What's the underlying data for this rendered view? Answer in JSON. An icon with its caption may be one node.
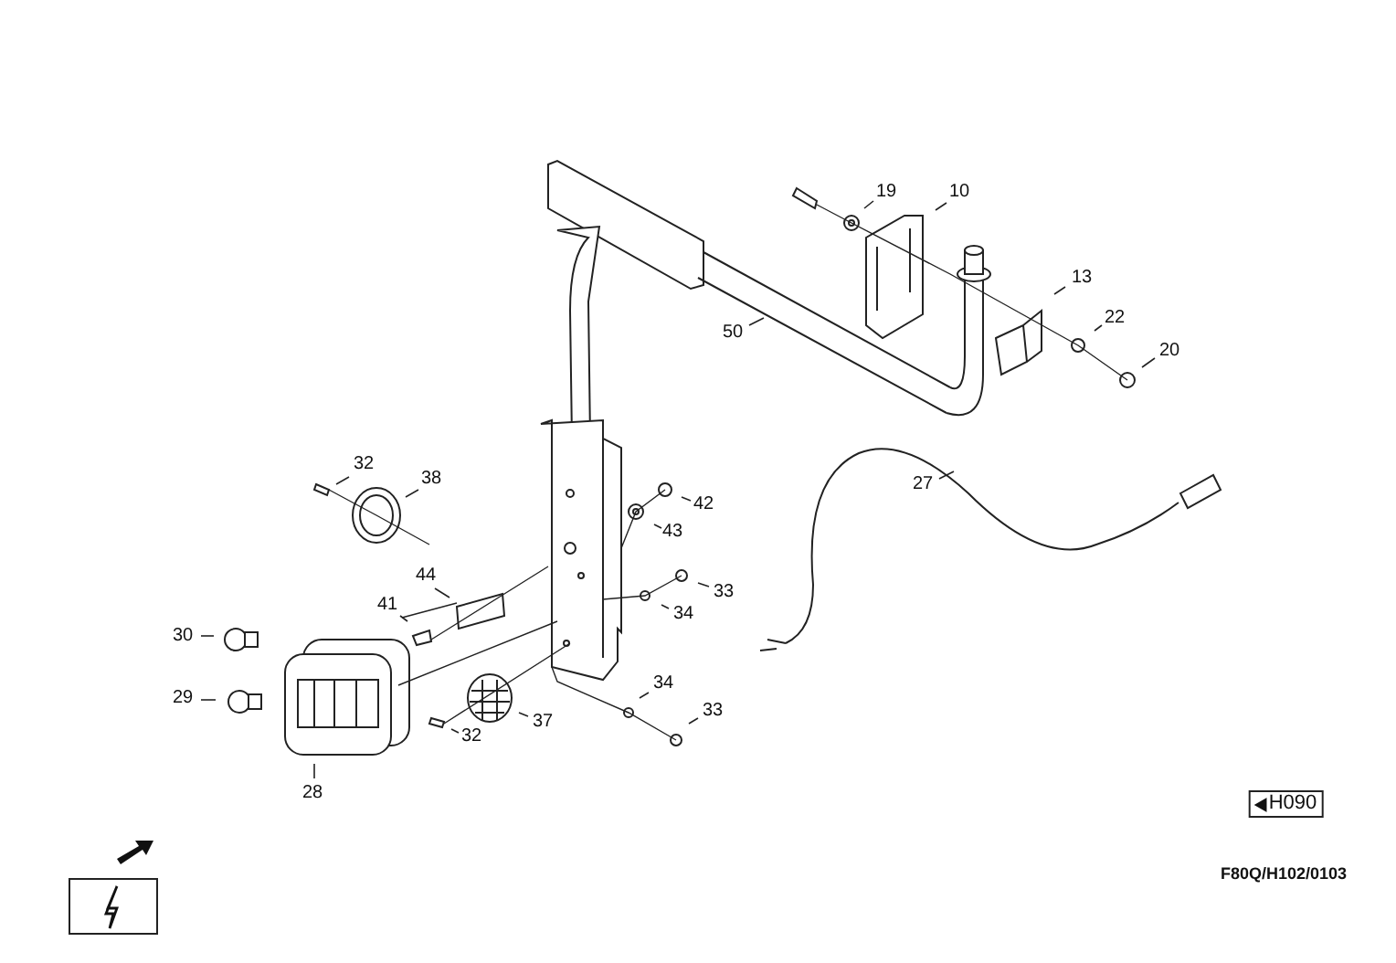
{
  "diagram": {
    "nodes": [
      {
        "text": [
          "19"
        ]
      },
      {
        "text": [
          "10"
        ]
      },
      {
        "text": [
          "13"
        ]
      },
      {
        "text": [
          "22"
        ]
      },
      {
        "text": [
          "50"
        ]
      },
      {
        "text": [
          "20"
        ]
      },
      {
        "text": [
          "27"
        ]
      },
      {
        "text": [
          "32"
        ]
      },
      {
        "text": [
          "38"
        ]
      },
      {
        "text": [
          "42"
        ]
      },
      {
        "text": [
          "43"
        ]
      },
      {
        "text": [
          "44"
        ]
      },
      {
        "text": [
          "33"
        ]
      },
      {
        "text": [
          "41"
        ]
      },
      {
        "text": [
          "34"
        ]
      },
      {
        "text": [
          "30"
        ]
      },
      {
        "text": [
          "29"
        ]
      },
      {
        "text": [
          "34"
        ]
      },
      {
        "text": [
          "33"
        ]
      },
      {
        "text": [
          "37"
        ]
      },
      {
        "text": [
          "32"
        ]
      },
      {
        "text": [
          "28"
        ]
      },
      {
        "text": [
          "H090"
        ]
      }
    ],
    "edges": [
      {
        "from": 0,
        "to": null,
        "arrow": "none"
      },
      {
        "from": 1,
        "to": null,
        "arrow": "none"
      },
      {
        "from": 2,
        "to": null,
        "arrow": "none"
      },
      {
        "from": 3,
        "to": null,
        "arrow": "none"
      },
      {
        "from": 4,
        "to": null,
        "arrow": "none"
      },
      {
        "from": 5,
        "to": null,
        "arrow": "none"
      },
      {
        "from": 6,
        "to": null,
        "arrow": "none"
      },
      {
        "from": 7,
        "to": null,
        "arrow": "none"
      },
      {
        "from": 8,
        "to": null,
        "arrow": "none"
      },
      {
        "from": 9,
        "to": null,
        "arrow": "none"
      },
      {
        "from": 10,
        "to": null,
        "arrow": "none"
      },
      {
        "from": 11,
        "to": null,
        "arrow": "none"
      },
      {
        "from": 12,
        "to": null,
        "arrow": "none"
      },
      {
        "from": 13,
        "to": null,
        "arrow": "none"
      },
      {
        "from": 14,
        "to": null,
        "arrow": "none"
      },
      {
        "from": 15,
        "to": null,
        "arrow": "none"
      },
      {
        "from": 16,
        "to": null,
        "arrow": "none"
      },
      {
        "from": 17,
        "to": null,
        "arrow": "none"
      },
      {
        "from": 18,
        "to": null,
        "arrow": "none"
      },
      {
        "from": 19,
        "to": null,
        "arrow": "none"
      },
      {
        "from": 20,
        "to": null,
        "arrow": "none"
      },
      {
        "from": 21,
        "to": null,
        "arrow": "none"
      }
    ],
    "labels": [
      "F80Q/H102/0103"
    ]
  }
}
